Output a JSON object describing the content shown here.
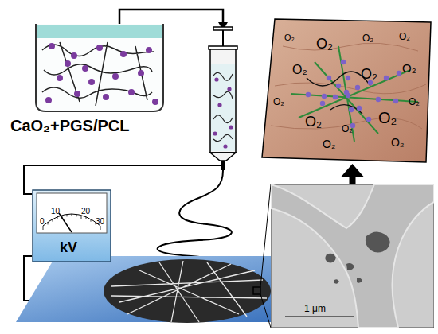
{
  "diagram": {
    "nodes": [
      {
        "text": [
          "CaO₂+PGS/PCL"
        ]
      },
      {
        "text": [
          "0",
          "10",
          "20",
          "30",
          "kV"
        ]
      },
      {
        "text": [
          "O₂",
          "O₂",
          "O₂",
          "O₂",
          "O₂",
          "O₂",
          "O₂",
          "O₂",
          "O₂",
          "O₂",
          "O₂",
          "O₂",
          "O₂",
          "O₂"
        ]
      },
      {
        "text": [
          "1 μm"
        ]
      }
    ],
    "edges": [
      {
        "from": 3,
        "to": 2,
        "arrow": "to"
      }
    ]
  }
}
